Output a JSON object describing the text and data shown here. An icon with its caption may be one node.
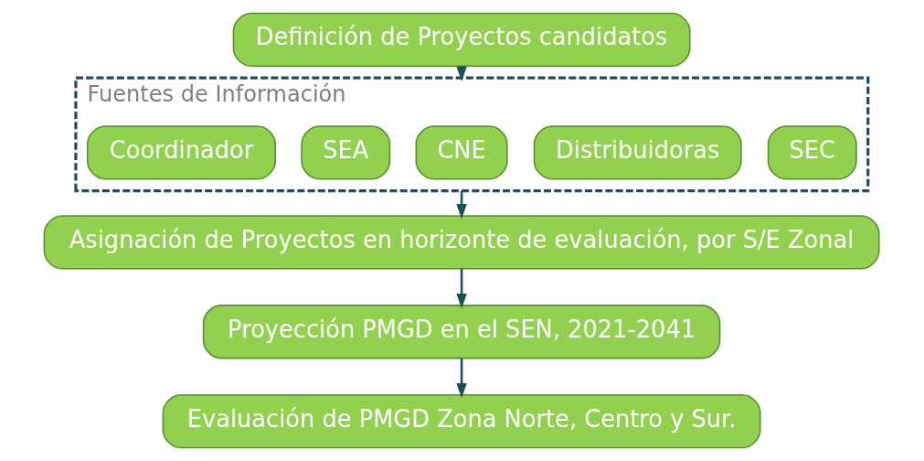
{
  "diagram": {
    "nodes": [
      {
        "text": [
          "Definición de Proyectos candidatos"
        ]
      },
      {
        "text": [
          "Fuentes de Información"
        ]
      },
      {
        "text": [
          "SEC"
        ],
        "in": 1
      },
      {
        "text": [
          "Distribuidoras"
        ],
        "in": 1
      },
      {
        "text": [
          "CNE"
        ],
        "in": 1
      },
      {
        "text": [
          "SEA"
        ],
        "in": 1
      },
      {
        "text": [
          "Coordinador"
        ],
        "in": 1
      },
      {
        "text": [
          "Asignación de Proyectos en horizonte de evaluación, por S/E Zonal"
        ]
      },
      {
        "text": [
          "Proyección PMGD en el SEN, 2021-2041"
        ]
      },
      {
        "text": [
          "Evaluación de PMGD Zona Norte, Centro y Sur."
        ]
      }
    ],
    "edges": [
      {
        "from": 0,
        "to": 1,
        "arrow": "to"
      },
      {
        "from": 1,
        "to": 7,
        "arrow": "to"
      },
      {
        "from": 7,
        "to": 8,
        "arrow": "to"
      },
      {
        "from": 8,
        "to": 9,
        "arrow": "to"
      }
    ]
  }
}
